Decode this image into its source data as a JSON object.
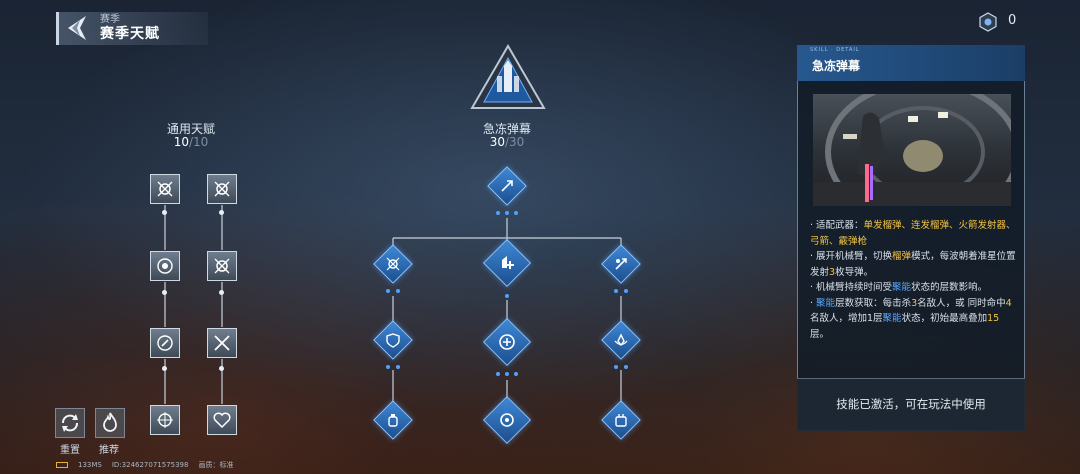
{
  "header": {
    "subtitle": "赛季",
    "title": "赛季天赋",
    "currency_value": "0"
  },
  "general_tree": {
    "name": "通用天赋",
    "points": "10",
    "max": "/10"
  },
  "main_tree": {
    "name": "急冻弹幕",
    "points": "30",
    "max": "/30"
  },
  "detail_panel": {
    "tiny_label": "SKILL · DETAIL",
    "title": "急冻弹幕",
    "weapons_prefix": "· 适配武器：",
    "weapons": "单发榴弹、连发榴弹、火箭发射器、弓箭、霰弹枪",
    "line1_a": "· 展开机械臂，切换",
    "line1_hl": "榴弹",
    "line1_b": "模式，每波朝着准星位置发射",
    "line1_num": "3",
    "line1_c": "枚导弹。",
    "line2_a": "· 机械臂持续时间受",
    "line2_hl": "聚能",
    "line2_b": "状态的层数影响。",
    "line3_a": "· ",
    "line3_hl1": "聚能",
    "line3_b": "层数获取：每击杀",
    "line3_n1": "3",
    "line3_c": "名敌人，或 同时命中",
    "line3_n2": "4",
    "line3_d": "名敌人，增加1层",
    "line3_hl2": "聚能",
    "line3_e": "状态，初始最高叠加",
    "line3_n3": "15",
    "line3_f": "层。",
    "status": "技能已激活，可在玩法中使用"
  },
  "tools": {
    "reset_label": "重置",
    "recommend_label": "推荐"
  },
  "footer": {
    "ping": "133MS",
    "id": "ID:3246270715753​98",
    "quality": "画质：标准"
  },
  "colors": {
    "accent_blue": "#3e88d6",
    "highlight_yellow": "#f2c341",
    "highlight_blue": "#5aa8ff"
  }
}
